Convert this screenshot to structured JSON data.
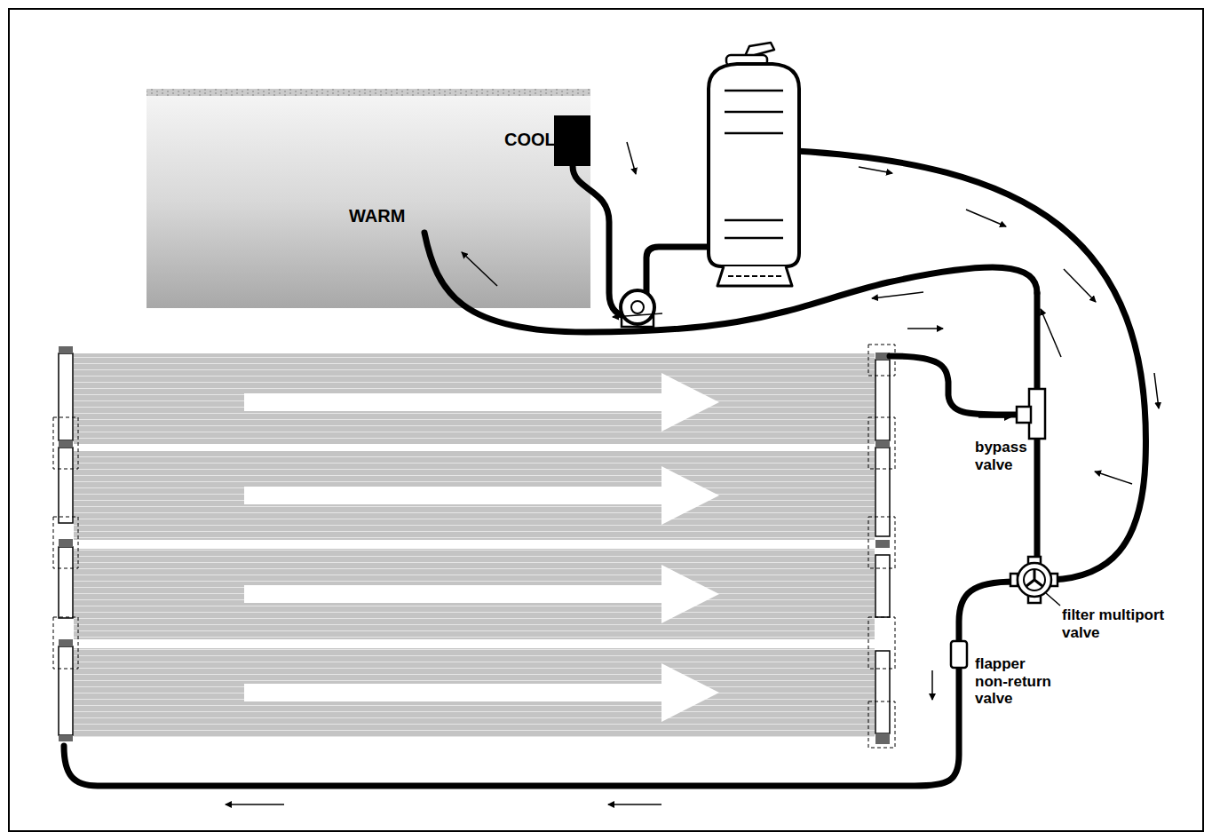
{
  "diagram": {
    "labels": [
      "COOL",
      "WARM",
      "bypass valve",
      "filter multiport valve",
      "flapper non-return valve"
    ]
  }
}
